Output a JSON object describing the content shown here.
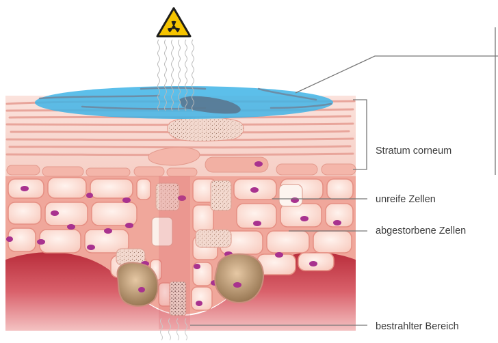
{
  "diagram": {
    "icons": {
      "hazard": "radiation-warning-icon"
    },
    "labels": {
      "stratum_corneum": "Stratum corneum",
      "unreife_zellen": "unreife Zellen",
      "abgestorbene_zellen": "abgestorbene Zellen",
      "bestrahlter_bereich": "bestrahlter Bereich"
    },
    "colors": {
      "skin_base": "#f3a8a0",
      "cell_fill": "#fde4dc",
      "nucleus": "#a8328f",
      "dermis": "#c63b46",
      "water_layer": "#3fb4e6",
      "hazard_yellow": "#f5c400",
      "leader_line": "#777777"
    }
  }
}
